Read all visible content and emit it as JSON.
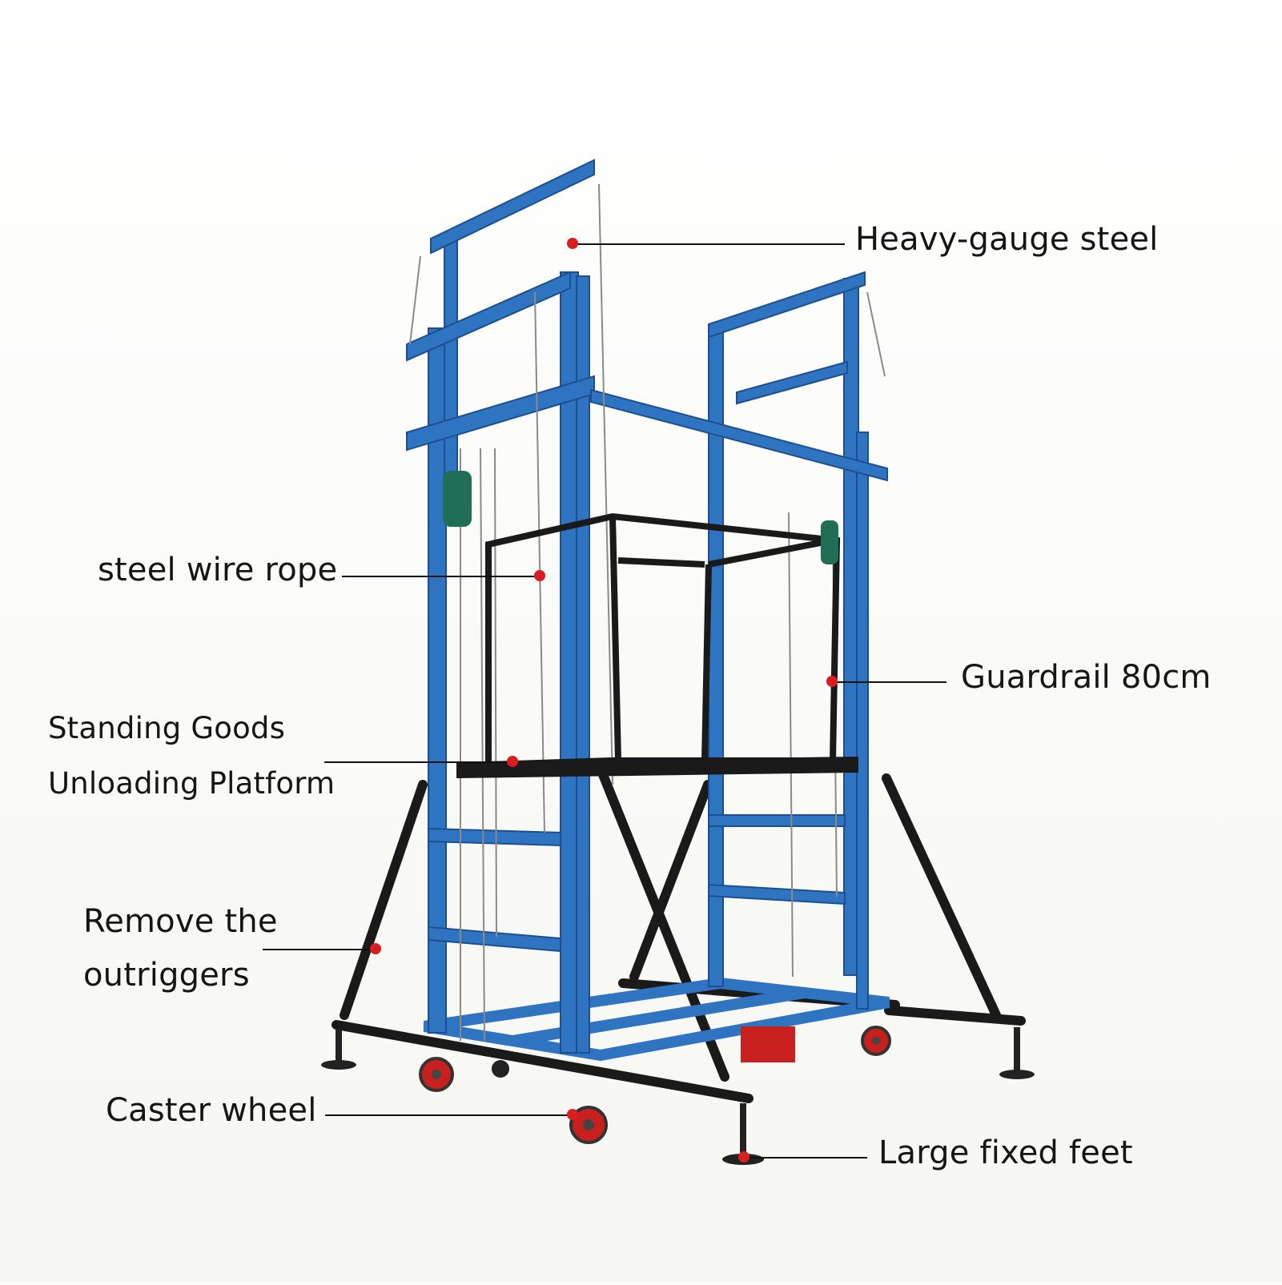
{
  "colors": {
    "frame_blue": "#2f74c0",
    "frame_blue_dark": "#1c4f8f",
    "outrigger_black": "#1a1a1a",
    "marker_red": "#d81e1e",
    "wheel_red": "#c8201e",
    "winch_green": "#1f6e55",
    "background": "#fdfdfb"
  },
  "labels": {
    "heavy_gauge_steel": "Heavy-gauge steel",
    "steel_wire_rope": "steel wire rope",
    "guardrail": "Guardrail 80cm",
    "platform_line1": "Standing Goods",
    "platform_line2": "Unloading Platform",
    "outriggers_line1": "Remove the",
    "outriggers_line2": "outriggers",
    "caster_wheel": "Caster wheel",
    "fixed_feet": "Large fixed feet"
  }
}
